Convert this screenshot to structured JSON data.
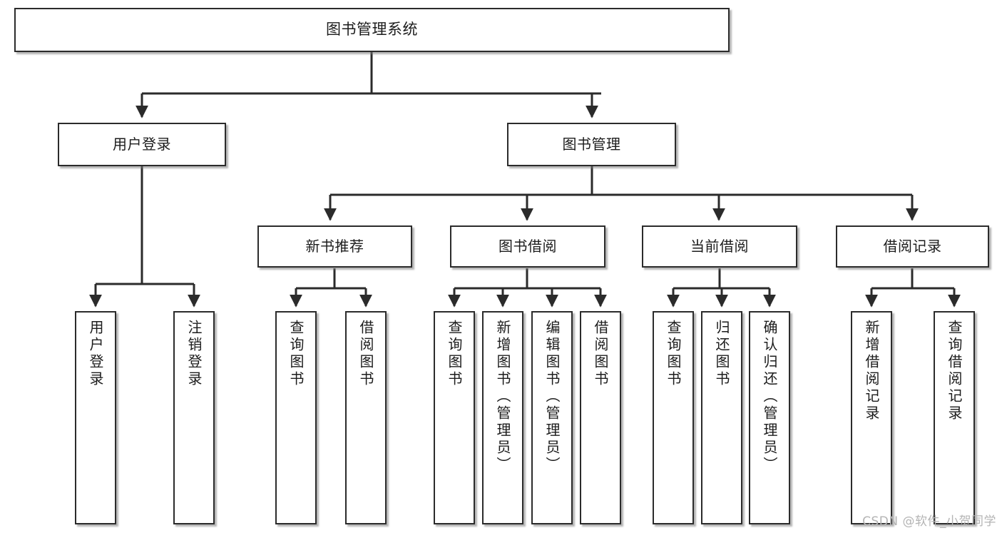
{
  "diagram": {
    "title": "图书管理系统",
    "watermark": "CSDN @软件_小贺同学",
    "colors": {
      "box_border": "#2b2b2b",
      "box_fill": "#ffffff",
      "connector": "#2b2b2b",
      "watermark": "#b4b4b4"
    },
    "root": {
      "label": "图书管理系统"
    },
    "level2": [
      {
        "label": "用户登录"
      },
      {
        "label": "图书管理"
      }
    ],
    "level3": [
      {
        "label": "新书推荐"
      },
      {
        "label": "图书借阅"
      },
      {
        "label": "当前借阅"
      },
      {
        "label": "借阅记录"
      }
    ],
    "leaves": {
      "user_login": [
        {
          "label": "用户登录"
        },
        {
          "label": "注销登录"
        }
      ],
      "new_book_recommend": [
        {
          "label": "查询图书"
        },
        {
          "label": "借阅图书"
        }
      ],
      "book_borrow": [
        {
          "label": "查询图书"
        },
        {
          "label": "新增图书（管理员）"
        },
        {
          "label": "编辑图书（管理员）"
        },
        {
          "label": "借阅图书"
        }
      ],
      "current_borrow": [
        {
          "label": "查询图书"
        },
        {
          "label": "归还图书"
        },
        {
          "label": "确认归还（管理员）"
        }
      ],
      "borrow_record": [
        {
          "label": "新增借阅记录"
        },
        {
          "label": "查询借阅记录"
        }
      ]
    }
  }
}
